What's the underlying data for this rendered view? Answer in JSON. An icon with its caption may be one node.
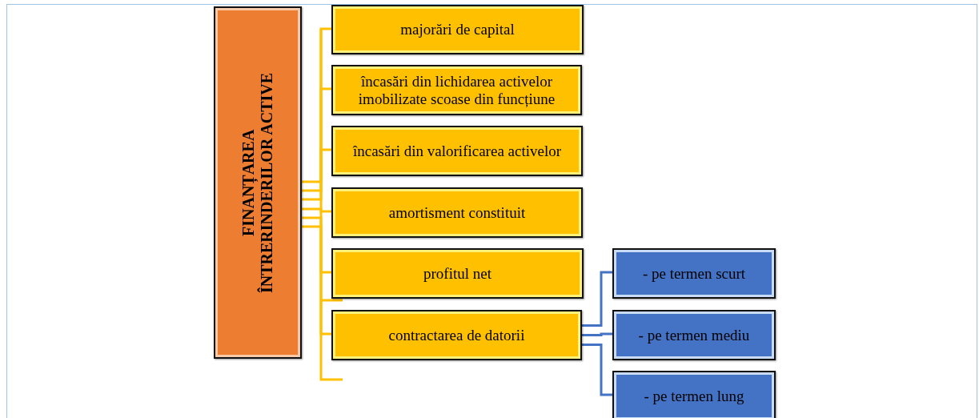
{
  "diagram": {
    "nodes": [
      {
        "text": [
          "FINANȚAREA ÎNTRERINDERILOR ACTIVE"
        ]
      },
      {
        "text": [
          "majorări de capital"
        ]
      },
      {
        "text": [
          "încasări din lichidarea activelor imobilizate scoase din funcțiune"
        ]
      },
      {
        "text": [
          "încasări din valorificarea  activelor"
        ]
      },
      {
        "text": [
          "amortisment constituit"
        ]
      },
      {
        "text": [
          "profitul net"
        ]
      },
      {
        "text": [
          "contractarea de datorii"
        ]
      },
      {
        "text": [
          "- pe termen scurt"
        ]
      },
      {
        "text": [
          "- pe termen mediu"
        ]
      },
      {
        "text": [
          "- pe termen lung"
        ]
      }
    ],
    "edges": [
      {
        "from": 0,
        "to": 1,
        "arrow": "none"
      },
      {
        "from": 0,
        "to": 2,
        "arrow": "none"
      },
      {
        "from": 0,
        "to": 3,
        "arrow": "none"
      },
      {
        "from": 0,
        "to": 4,
        "arrow": "none"
      },
      {
        "from": 0,
        "to": 5,
        "arrow": "none"
      },
      {
        "from": 0,
        "to": 6,
        "arrow": "none"
      },
      {
        "from": 6,
        "to": 7,
        "arrow": "none",
        "color": "#4472c4"
      },
      {
        "from": 6,
        "to": 8,
        "arrow": "none",
        "color": "#4472c4"
      },
      {
        "from": 6,
        "to": 9,
        "arrow": "none",
        "color": "#4472c4"
      }
    ]
  }
}
